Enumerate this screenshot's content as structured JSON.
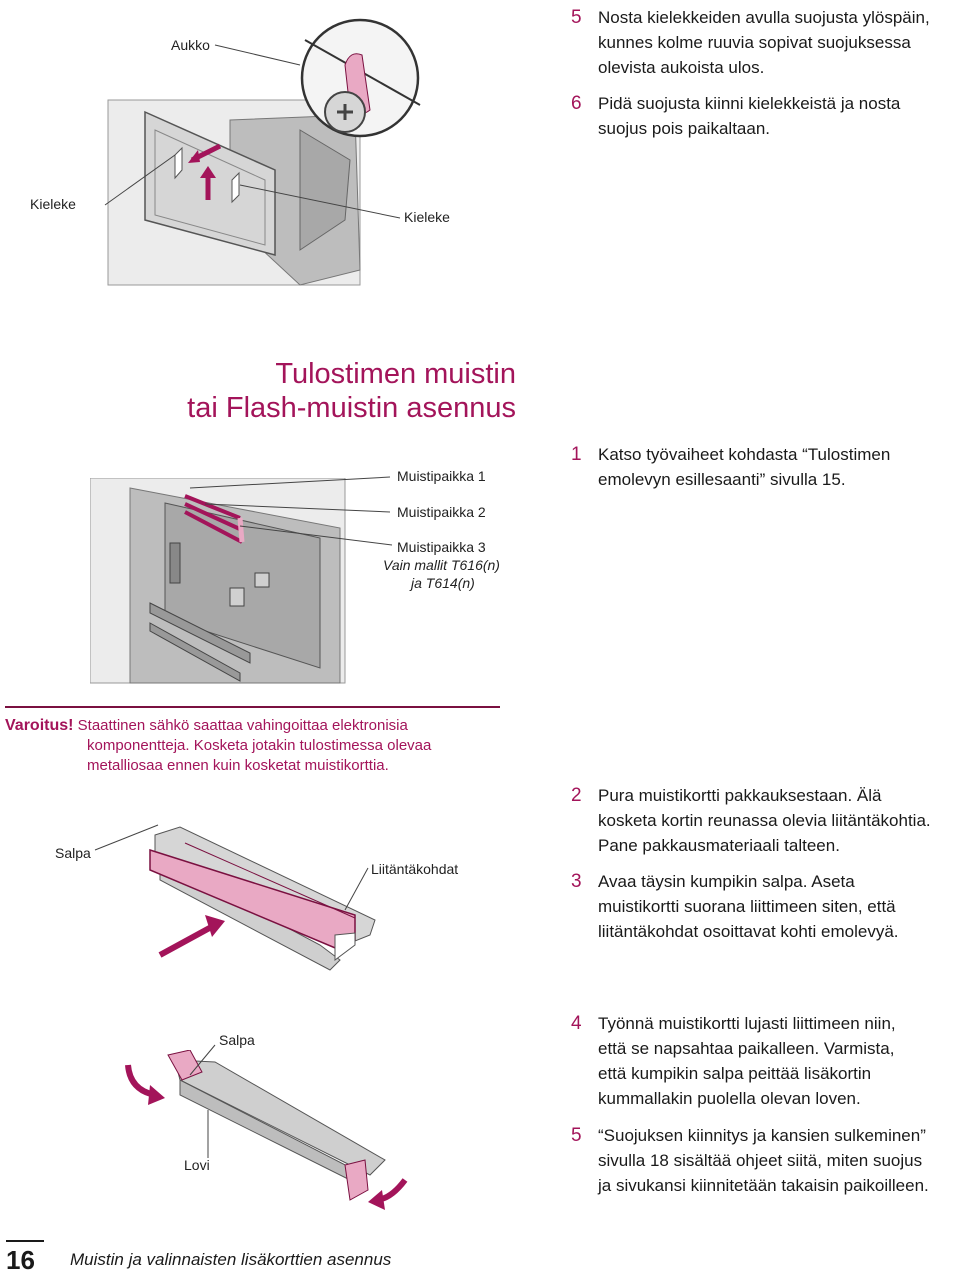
{
  "callouts": {
    "aukko": "Aukko",
    "kieleke_left": "Kieleke",
    "kieleke_right": "Kieleke",
    "muistipaikka1": "Muistipaikka 1",
    "muistipaikka2": "Muistipaikka 2",
    "muistipaikka3": "Muistipaikka 3",
    "vain_mallit_line1": "Vain mallit T616(n)",
    "vain_mallit_line2": "ja T614(n)",
    "salpa1": "Salpa",
    "liitantakohdat": "Liitäntäkohdat",
    "salpa2": "Salpa",
    "lovi": "Lovi"
  },
  "steps_top": [
    {
      "num": "5",
      "lines": [
        "Nosta kielekkeiden avulla suojusta ylöspäin,",
        "kunnes kolme ruuvia sopivat suojuksessa",
        "olevista aukoista ulos."
      ]
    },
    {
      "num": "6",
      "lines": [
        "Pidä suojusta kiinni kielekkeistä ja nosta",
        "suojus pois paikaltaan."
      ]
    }
  ],
  "section_title": [
    "Tulostimen muistin",
    "tai Flash-muistin asennus"
  ],
  "step1": {
    "num": "1",
    "lines": [
      "Katso työvaiheet kohdasta “Tulostimen",
      "emolevyn esillesaanti” sivulla 15."
    ]
  },
  "warning": {
    "label": "Varoitus!",
    "lines": [
      "Staattinen sähkö saattaa vahingoittaa elektronisia",
      "komponentteja. Kosketa jotakin tulostimessa olevaa",
      "metalliosaa ennen kuin kosketat muistikorttia."
    ]
  },
  "steps_mid": [
    {
      "num": "2",
      "lines": [
        "Pura muistikortti pakkauksestaan. Älä",
        "kosketa kortin reunassa olevia liitäntäkohtia.",
        "Pane pakkausmateriaali talteen."
      ]
    },
    {
      "num": "3",
      "lines": [
        "Avaa täysin kumpikin salpa. Aseta",
        "muistikortti suorana liittimeen siten, että",
        "liitäntäkohdat osoittavat kohti emolevyä."
      ]
    }
  ],
  "steps_bottom": [
    {
      "num": "4",
      "lines": [
        "Työnnä muistikortti lujasti liittimeen niin,",
        "että se napsahtaa paikalleen. Varmista,",
        "että kumpikin salpa peittää lisäkortin",
        "kummallakin puolella olevan loven."
      ]
    },
    {
      "num": "5",
      "lines": [
        "“Suojuksen kiinnitys ja kansien sulkeminen”",
        "sivulla 18 sisältää ohjeet siitä, miten suojus",
        "ja sivukansi kiinnitetään takaisin paikoilleen."
      ]
    }
  ],
  "footer": {
    "page": "16",
    "text": "Muistin ja valinnaisten lisäkorttien asennus"
  },
  "colors": {
    "accent": "#a3145a",
    "pink": "#e9a9c4",
    "gray": "#cfcfcf"
  }
}
